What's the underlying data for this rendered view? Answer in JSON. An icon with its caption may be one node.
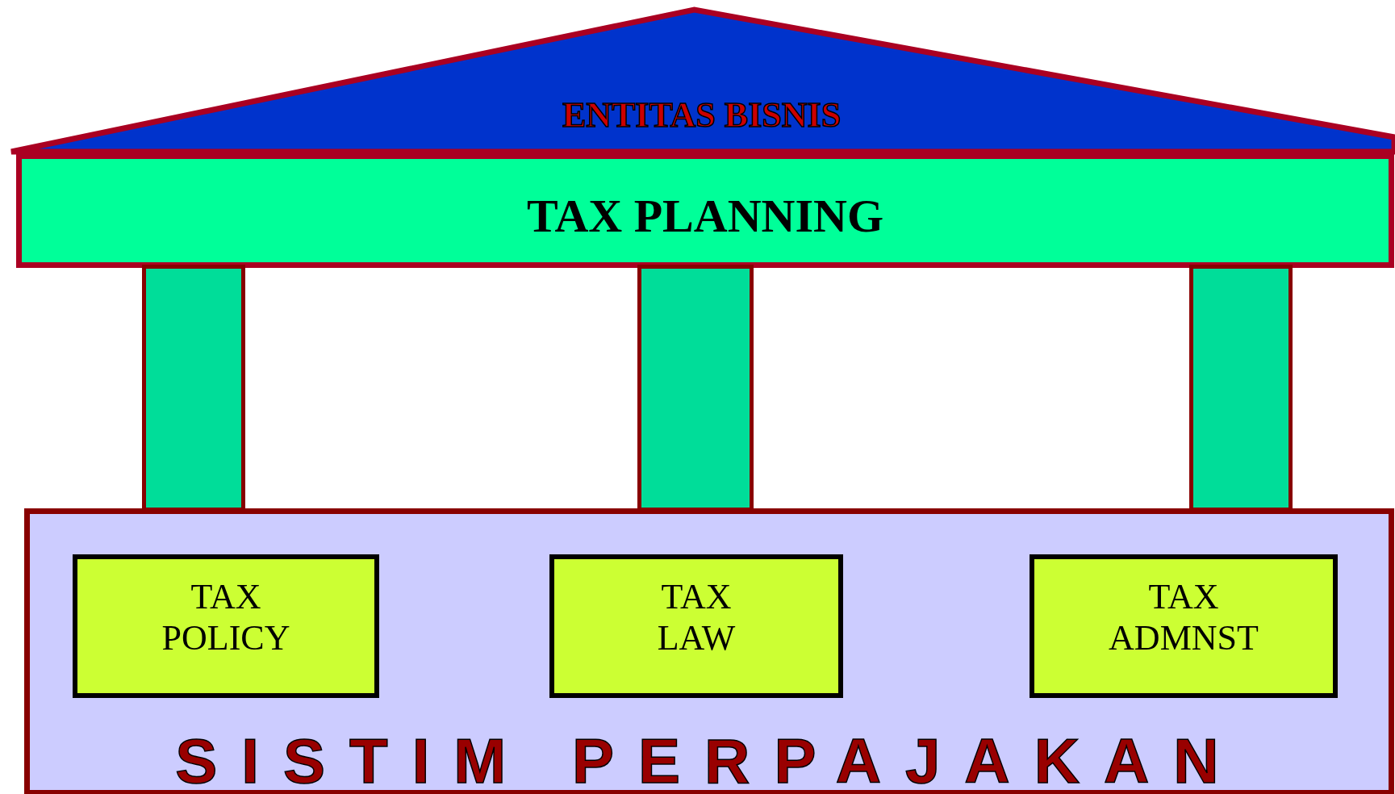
{
  "diagram": {
    "nodes": [
      {
        "text": [
          "ENTITAS BISNIS"
        ]
      },
      {
        "text": [
          "TAX PLANNING"
        ]
      },
      {
        "text": [],
        "shape": "bar"
      },
      {
        "text": [],
        "shape": "bar"
      },
      {
        "text": [],
        "shape": "bar"
      },
      {
        "text": [
          "SISTIM PERPAJAKAN"
        ]
      },
      {
        "text": [
          "TAX POLICY"
        ],
        "in": 5
      },
      {
        "text": [
          "TAX LAW"
        ],
        "in": 5
      },
      {
        "text": [
          "TAX ADMNST"
        ],
        "in": 5
      }
    ],
    "edges": []
  }
}
